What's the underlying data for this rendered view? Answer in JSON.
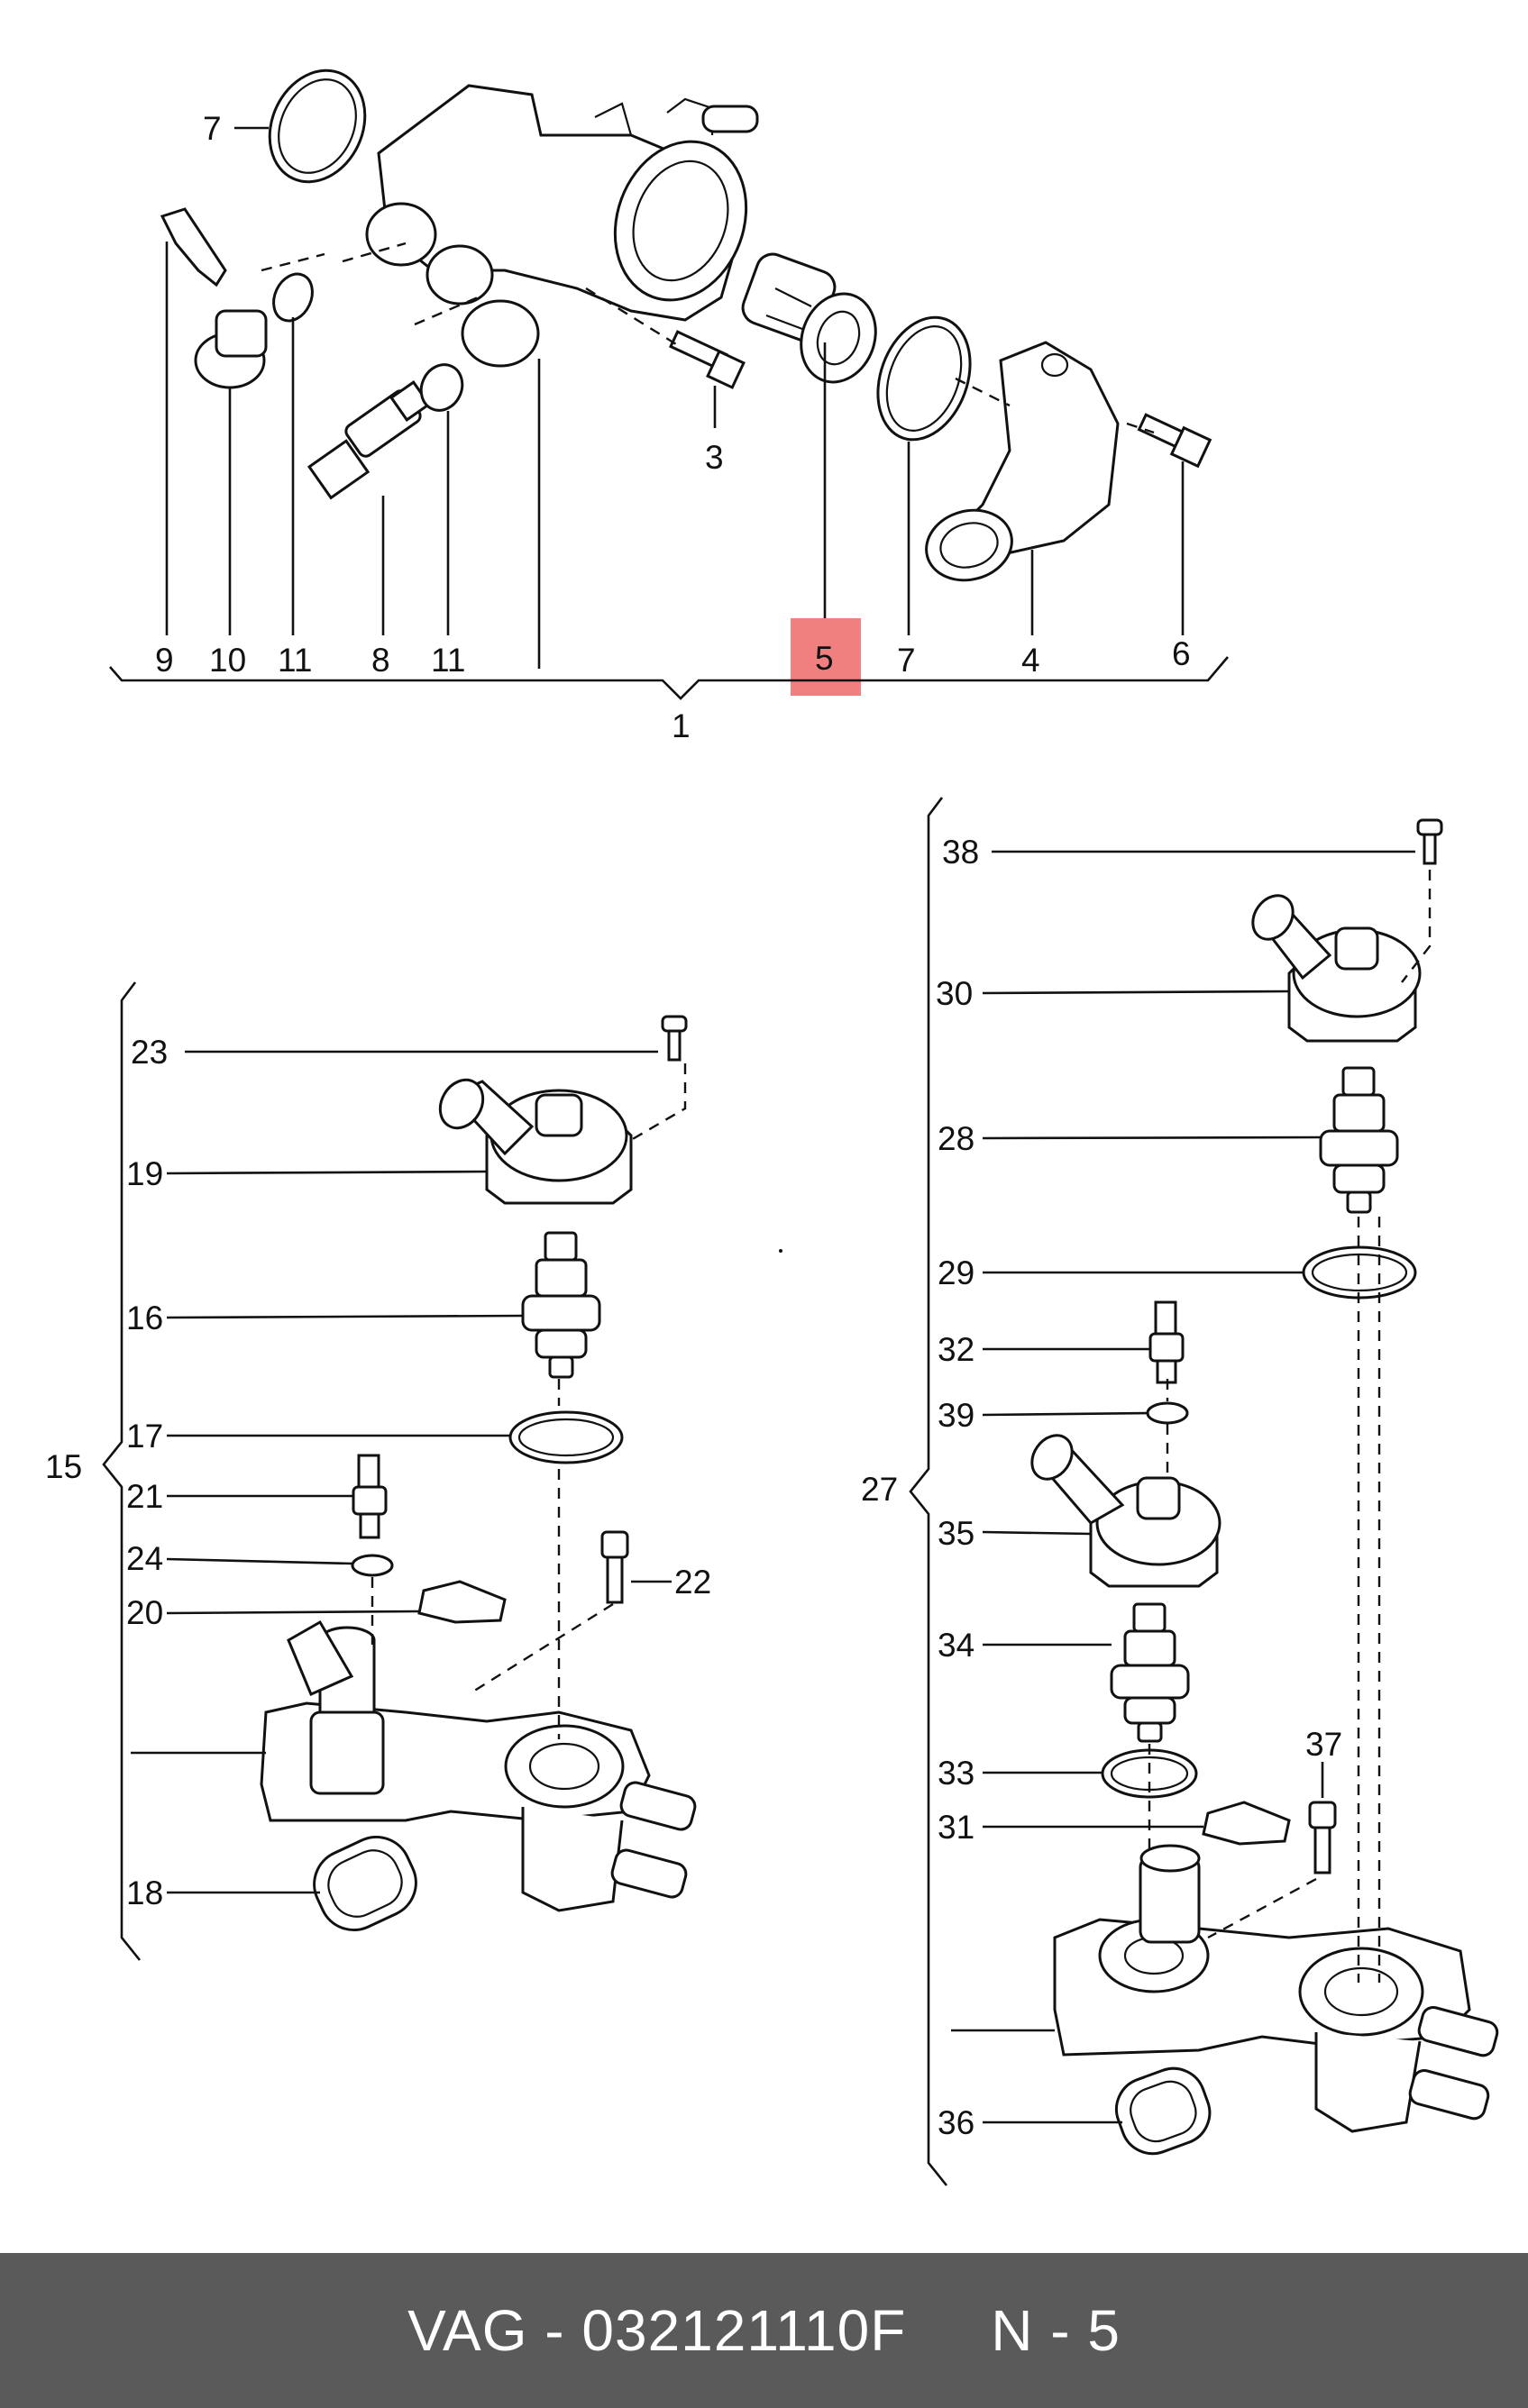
{
  "diagram": {
    "labels": {
      "top": {
        "l7a": "7",
        "l9": "9",
        "l10": "10",
        "l11a": "11",
        "l8": "8",
        "l11b": "11",
        "l3": "3",
        "l5": "5",
        "l7b": "7",
        "l4": "4",
        "l6": "6",
        "l1": "1"
      },
      "left": {
        "l23": "23",
        "l19": "19",
        "l16": "16",
        "l17": "17",
        "l15": "15",
        "l21": "21",
        "l24": "24",
        "l20": "20",
        "l22": "22",
        "l18": "18"
      },
      "right": {
        "l38": "38",
        "l30": "30",
        "l28": "28",
        "l29": "29",
        "l32": "32",
        "l39": "39",
        "l27": "27",
        "l35": "35",
        "l34": "34",
        "l37": "37",
        "l33": "33",
        "l31": "31",
        "l36": "36"
      }
    },
    "highlight": {
      "label": "5",
      "color": "#f08080"
    }
  },
  "footer": {
    "text": "VAG - 032121110F     N - 5",
    "background": "#5a5a5a",
    "color": "#ffffff"
  }
}
